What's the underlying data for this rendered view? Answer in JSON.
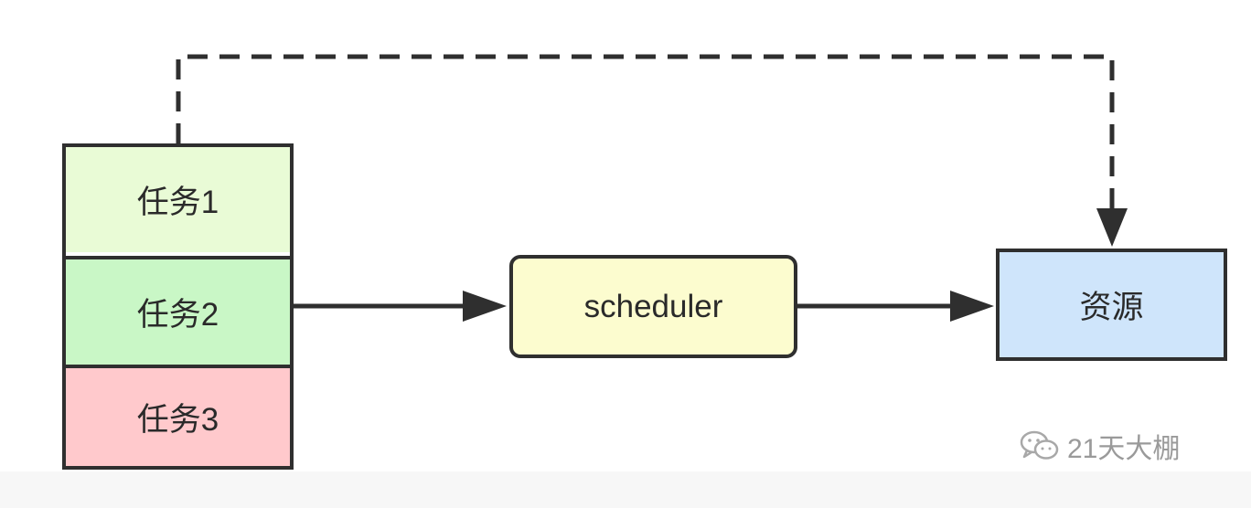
{
  "diagram": {
    "tasks": [
      {
        "label": "任务1",
        "color": "#e9fbd6"
      },
      {
        "label": "任务2",
        "color": "#c9f7c6"
      },
      {
        "label": "任务3",
        "color": "#ffc9cc"
      }
    ],
    "scheduler": {
      "label": "scheduler",
      "color": "#fcfccf"
    },
    "resource": {
      "label": "资源",
      "color": "#cfe5fb"
    },
    "edges": [
      {
        "from": "任务2",
        "to": "scheduler",
        "style": "solid"
      },
      {
        "from": "scheduler",
        "to": "资源",
        "style": "solid"
      },
      {
        "from": "任务1",
        "to": "资源",
        "style": "dashed"
      }
    ]
  },
  "watermark": {
    "icon": "wechat-icon",
    "text": "21天大棚"
  }
}
